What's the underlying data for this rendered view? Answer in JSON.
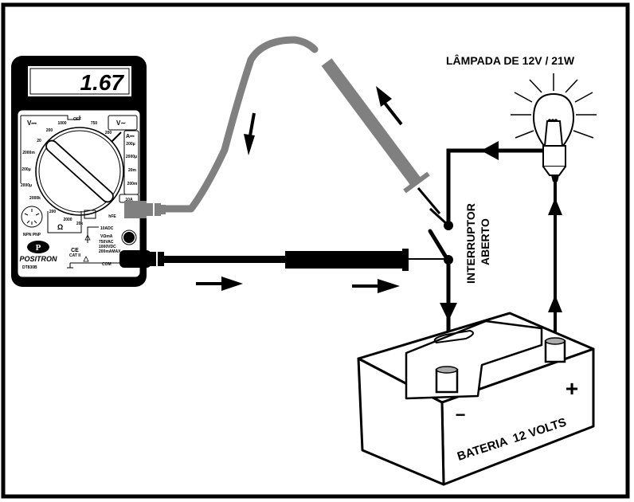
{
  "diagram": {
    "type": "circuit-measurement-illustration",
    "lamp_label": "LÂMPADA DE 12V / 21W",
    "switch_label_line1": "INTERRUPTOR",
    "switch_label_line2": "ABERTO",
    "battery_label": "BATERIA  12 VOLTS",
    "battery_positive": "+",
    "battery_negative": "−",
    "colors": {
      "wire": "#000000",
      "red_probe_lead": "#808080",
      "black_probe_lead": "#000000",
      "frame": "#000000",
      "background": "#ffffff"
    }
  },
  "multimeter": {
    "display_value": "1.67",
    "brand": "POSITRON",
    "model": "DT830B",
    "dial": {
      "dcv_label": "V⎓",
      "acv_label": "V∼",
      "dca_label": "A⎓",
      "ohm_label": "Ω",
      "ranges_left": [
        "1000",
        "200",
        "20",
        "2000m",
        "200μ",
        "2000μ",
        "2000k"
      ],
      "ranges_top": [
        "OFF",
        "750",
        "200"
      ],
      "ranges_right": [
        "200μ",
        "2000μ",
        "20m",
        "200m",
        "10A"
      ],
      "ranges_bottom": [
        "200",
        "2000",
        "20k",
        "hFE"
      ]
    },
    "transistor_socket_label": "NPN PNP",
    "ports": {
      "port_10a": "10ADC",
      "port_vma": "VΩmA",
      "port_vma_limits": [
        "750VAC",
        "1000VDC",
        "200mAMAX"
      ],
      "port_com": "COM"
    },
    "ce_mark": "CE",
    "ce_sub": "CAT II"
  }
}
